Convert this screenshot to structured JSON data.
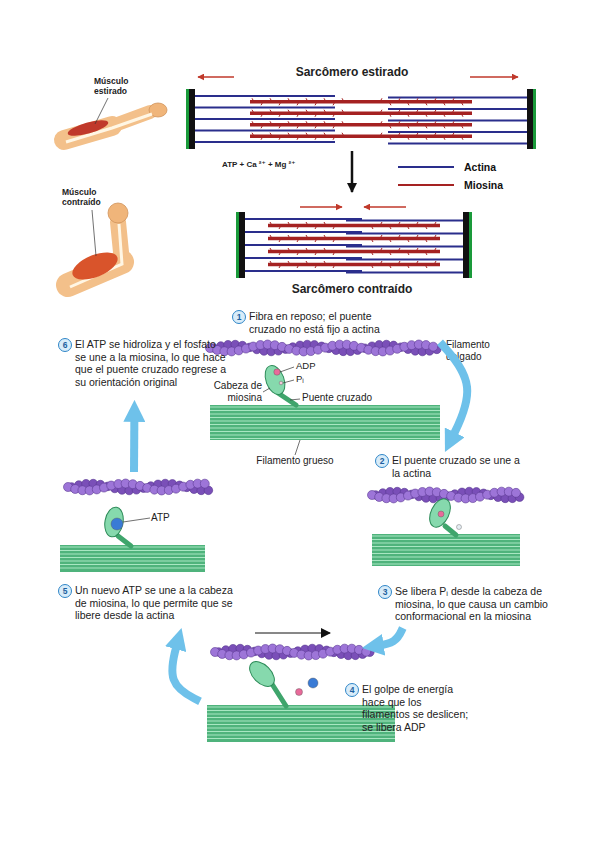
{
  "diagram": {
    "nodes": [
      {
        "text": [
          "1",
          "Fibra en reposo; el puente cruzado no está fijo a actina"
        ]
      },
      {
        "text": [
          "2",
          "El puente cruzado se une a la actina"
        ]
      },
      {
        "text": [
          "3",
          "Se libera Pᵢ desde la cabeza de miosina, lo que causa un cambio conformacional en la miosina"
        ]
      },
      {
        "text": [
          "4",
          "El golpe de energía hace que los filamentos se deslicen; se libera ADP"
        ]
      },
      {
        "text": [
          "5",
          "Un nuevo ATP se une a la cabeza de miosina, lo que permite que se libere desde la actina"
        ]
      },
      {
        "text": [
          "6",
          "El ATP se hidroliza y el fosfato se une a la miosina, lo que hace que el puente cruzado regrese a su orientación original"
        ]
      }
    ],
    "edges": [
      {
        "from": 0,
        "to": 1,
        "arrow": "to"
      },
      {
        "from": 2,
        "to": 3,
        "arrow": "to"
      },
      {
        "from": 3,
        "to": 4,
        "arrow": "to"
      },
      {
        "from": 4,
        "to": 5,
        "arrow": "to"
      }
    ],
    "labels": [
      "Músculo estirado",
      "Músculo contraído",
      "Sarcômero estirado",
      "ATP + Ca ²⁺ + Mg ²⁺",
      "Sarcômero contraído",
      "Filamento delgado",
      "ADP",
      "Pᵢ",
      "Cabeza de miosina",
      "Puente cruzado",
      "Filamento grueso",
      "ATP"
    ],
    "legend": [
      {
        "text": "Actina"
      },
      {
        "text": "Miosina"
      }
    ]
  }
}
